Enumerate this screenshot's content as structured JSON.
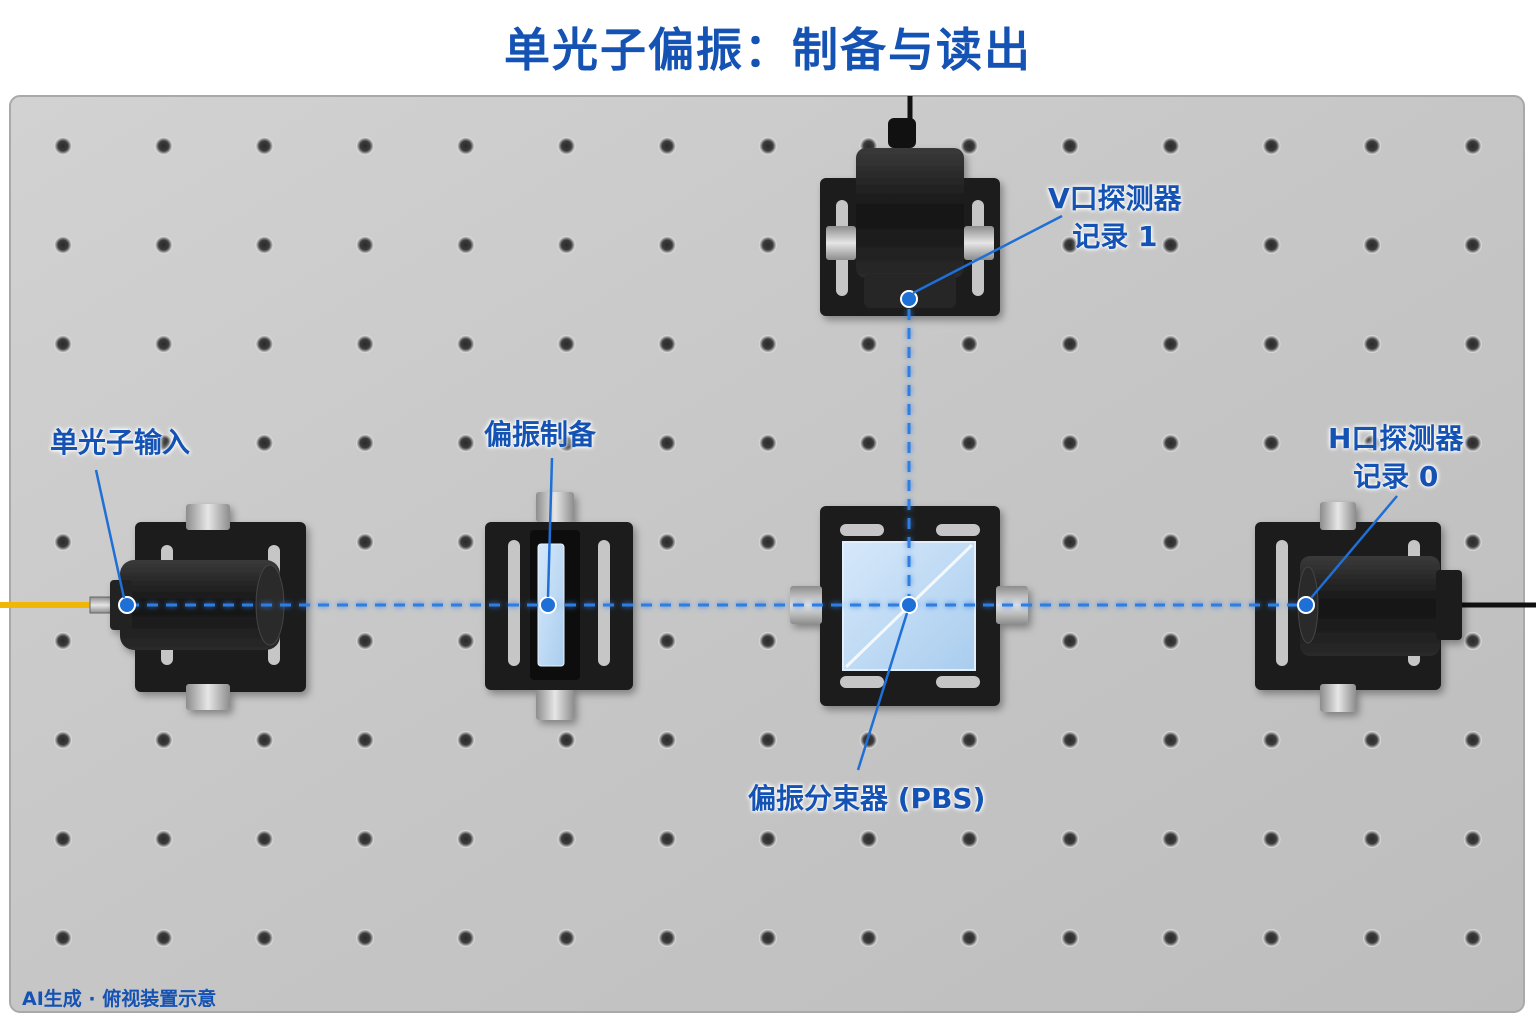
{
  "title": "单光子偏振：制备与读出",
  "labels": {
    "single_photon_input": "单光子输入",
    "polarization_prep": "偏振制备",
    "v_detector_line1": "V口探测器",
    "v_detector_line2": "记录 1",
    "h_detector_line1": "H口探测器",
    "h_detector_line2": "记录 0",
    "pbs": "偏振分束器 (PBS)"
  },
  "footer": "AI生成 · 俯视装置示意",
  "colors": {
    "accent_blue": "#1452b4",
    "beam_blue": "#2f7de1",
    "plate": "#c9c9c9",
    "mount_black": "#1b1b1b",
    "fiber_yellow": "#f2b705",
    "cube_glass": "#bcd8f3"
  },
  "icons": [
    "fiber-cable-icon",
    "collimator-icon",
    "waveplate-icon",
    "pbs-cube-icon",
    "detector-icon"
  ]
}
